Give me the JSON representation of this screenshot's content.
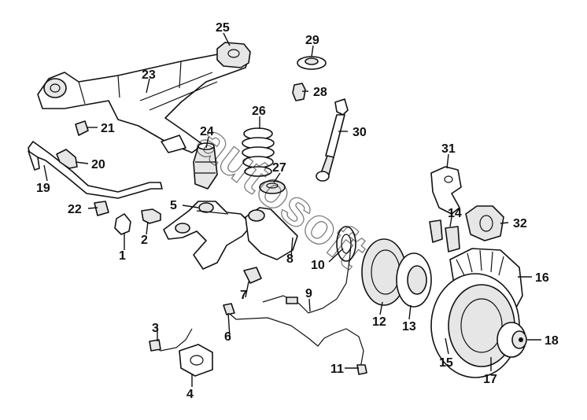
{
  "diagram": {
    "watermark": "autosoft",
    "callouts": [
      {
        "id": "c1",
        "label": "1"
      },
      {
        "id": "c2",
        "label": "2"
      },
      {
        "id": "c3",
        "label": "3"
      },
      {
        "id": "c4",
        "label": "4"
      },
      {
        "id": "c5",
        "label": "5"
      },
      {
        "id": "c6",
        "label": "6"
      },
      {
        "id": "c7",
        "label": "7"
      },
      {
        "id": "c8",
        "label": "8"
      },
      {
        "id": "c9",
        "label": "9"
      },
      {
        "id": "c10",
        "label": "10"
      },
      {
        "id": "c11",
        "label": "11"
      },
      {
        "id": "c12",
        "label": "12"
      },
      {
        "id": "c13",
        "label": "13"
      },
      {
        "id": "c14",
        "label": "14"
      },
      {
        "id": "c15",
        "label": "15"
      },
      {
        "id": "c16",
        "label": "16"
      },
      {
        "id": "c17",
        "label": "17"
      },
      {
        "id": "c18",
        "label": "18"
      },
      {
        "id": "c19",
        "label": "19"
      },
      {
        "id": "c20",
        "label": "20"
      },
      {
        "id": "c21",
        "label": "21"
      },
      {
        "id": "c22",
        "label": "22"
      },
      {
        "id": "c23",
        "label": "23"
      },
      {
        "id": "c24",
        "label": "24"
      },
      {
        "id": "c25",
        "label": "25"
      },
      {
        "id": "c26",
        "label": "26"
      },
      {
        "id": "c27",
        "label": "27"
      },
      {
        "id": "c28",
        "label": "28"
      },
      {
        "id": "c29",
        "label": "29"
      },
      {
        "id": "c30",
        "label": "30"
      },
      {
        "id": "c31",
        "label": "31"
      },
      {
        "id": "c32",
        "label": "32"
      }
    ]
  }
}
